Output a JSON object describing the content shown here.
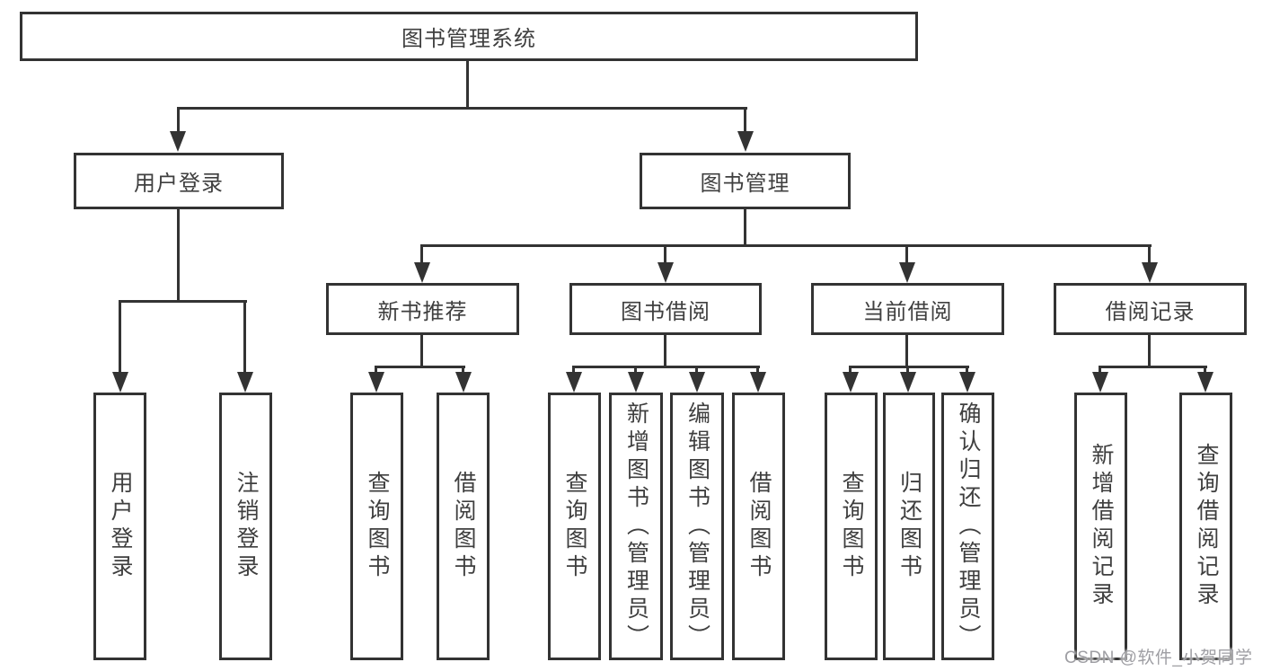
{
  "colors": {
    "line": "#333333",
    "box_border": "#333333",
    "text": "#3f3f3f",
    "background": "#ffffff",
    "watermark": "#9e9ea3"
  },
  "watermark": {
    "text": "CSDN @软件_小贺同学"
  },
  "diagram": {
    "type": "tree",
    "root": {
      "label": "图书管理系统"
    },
    "branches": [
      {
        "label": "用户登录",
        "children": [
          {
            "label": "用户登录"
          },
          {
            "label": "注销登录"
          }
        ]
      },
      {
        "label": "图书管理",
        "children": [
          {
            "label": "新书推荐",
            "children": [
              {
                "label": "查询图书"
              },
              {
                "label": "借阅图书"
              }
            ]
          },
          {
            "label": "图书借阅",
            "children": [
              {
                "label": "查询图书"
              },
              {
                "label": "新增图书（管理员）"
              },
              {
                "label": "编辑图书（管理员）"
              },
              {
                "label": "借阅图书"
              }
            ]
          },
          {
            "label": "当前借阅",
            "children": [
              {
                "label": "查询图书"
              },
              {
                "label": "归还图书"
              },
              {
                "label": "确认归还（管理员）"
              }
            ]
          },
          {
            "label": "借阅记录",
            "children": [
              {
                "label": "新增借阅记录"
              },
              {
                "label": "查询借阅记录"
              }
            ]
          }
        ]
      }
    ]
  }
}
